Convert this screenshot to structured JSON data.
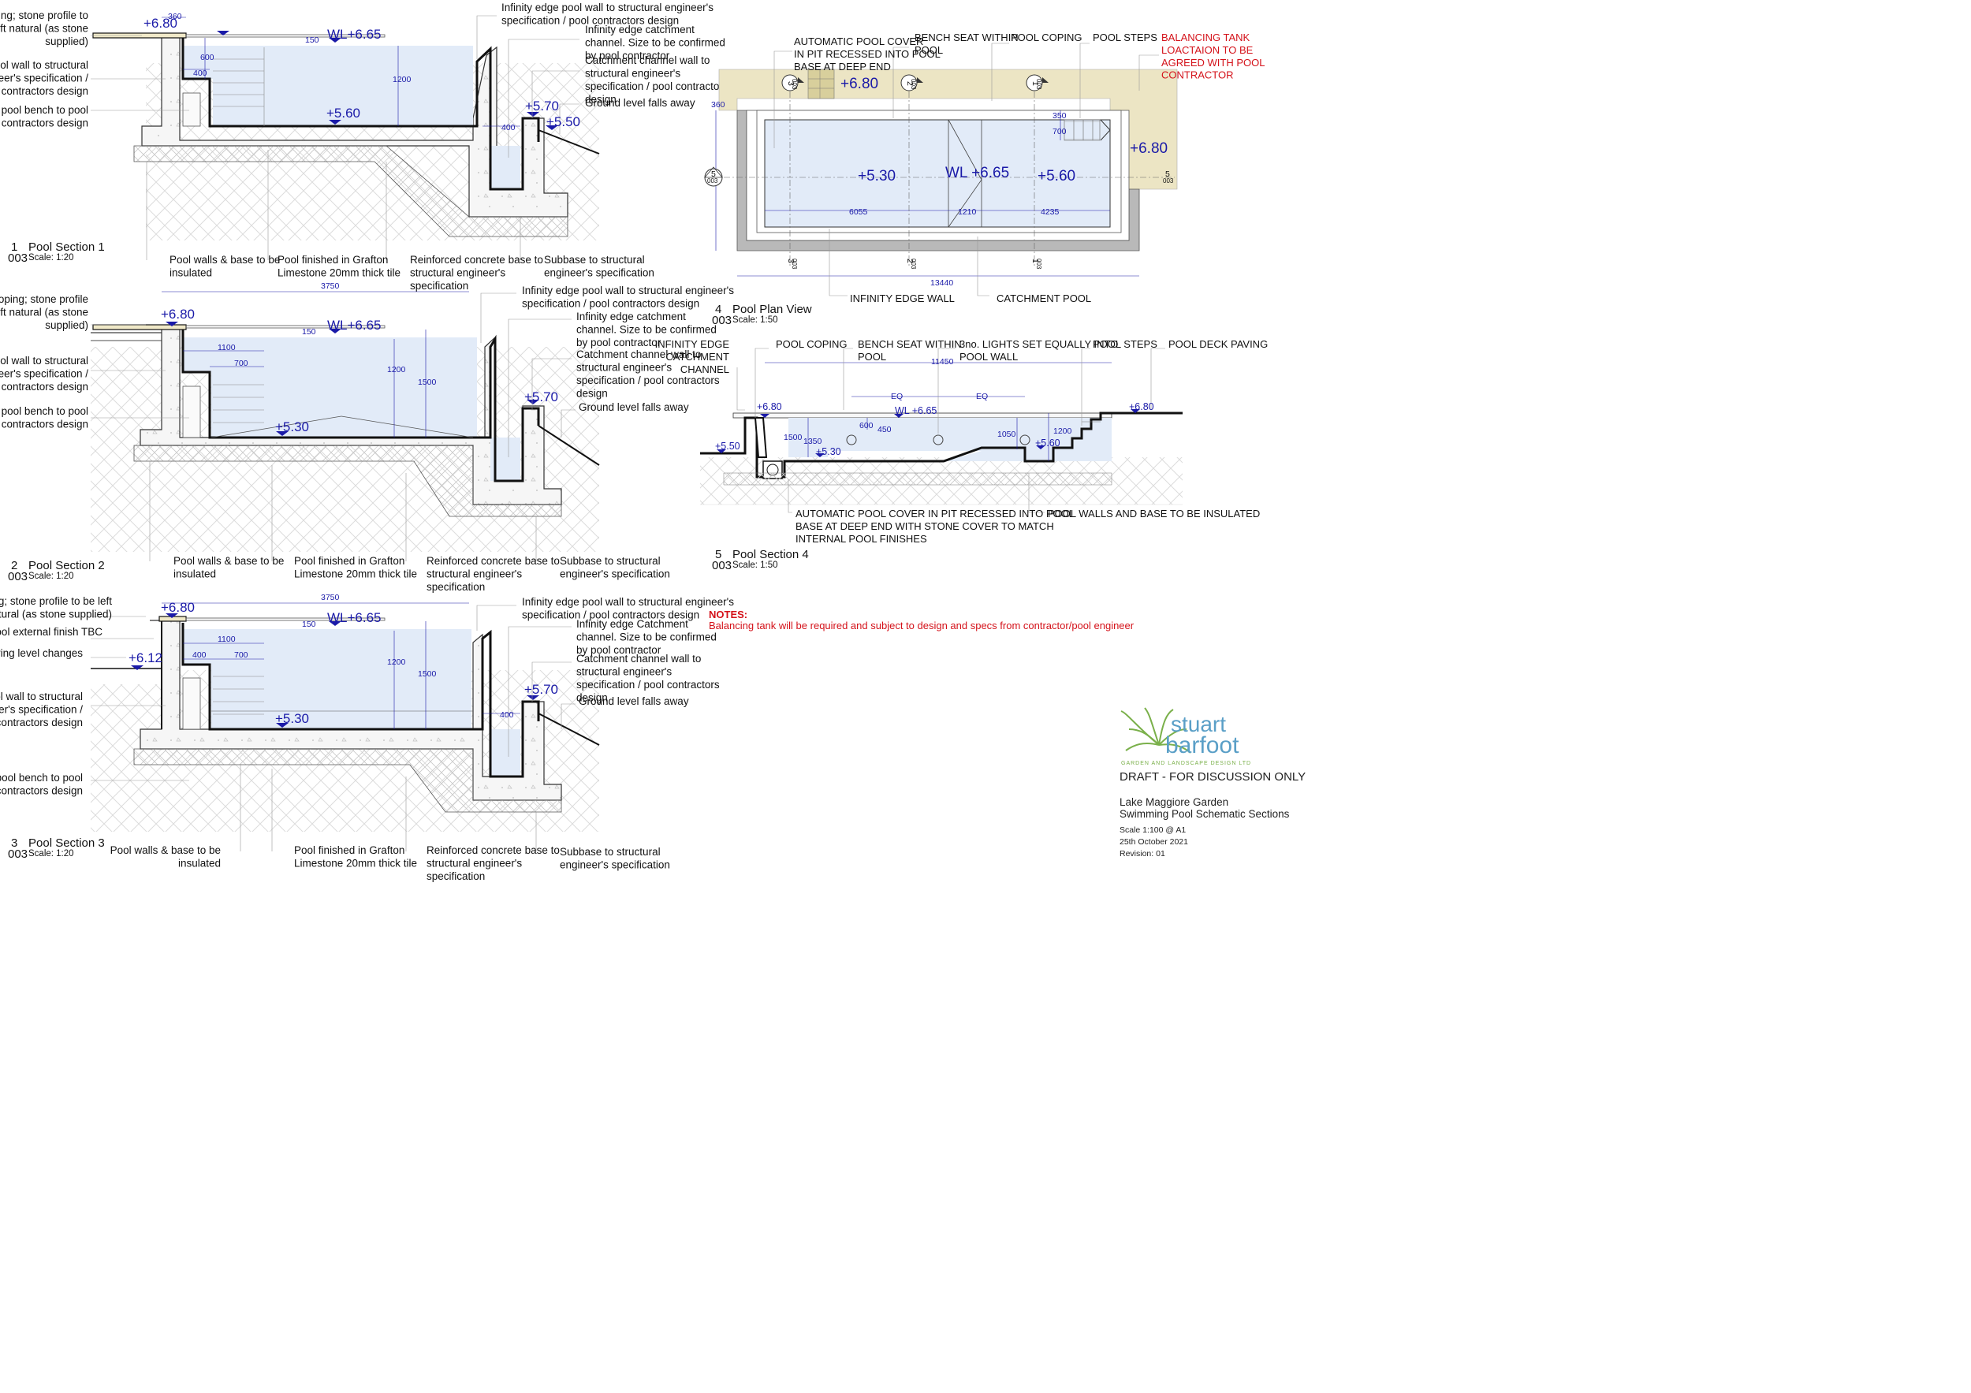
{
  "sections": [
    {
      "number": "1",
      "sheet": "003",
      "title": "Pool Section 1",
      "scale": "Scale: 1:20",
      "left_labels": [
        "Pool coping; stone profile to|be left natural (as stone|supplied)",
        "Pool wall to structural|engineer's specification /|pool contractors design",
        "Internal pool bench to pool|contractors design"
      ],
      "right_labels": [
        "Infinity edge pool wall to structural engineer's|specification / pool contractors design",
        "Infinity edge catchment|channel. Size to be confirmed|by pool contractor",
        "Catchment channel wall to|structural engineer's|specification / pool contractors|design",
        "Ground level falls away"
      ],
      "bottom_labels": [
        "Pool walls & base to be|insulated",
        "Pool finished in Grafton|Limestone 20mm thick tile",
        "Reinforced concrete base to|structural engineer's|specification",
        "Subbase to structural|engineer's specification"
      ],
      "levels": {
        "coping": "+6.80",
        "water": "WL+6.65",
        "floor": "+5.60",
        "channel_wall": "+5.70",
        "ground": "+5.50"
      },
      "dims": {
        "coping_width": "360",
        "wl_gap": "150",
        "bench_height": "600",
        "bench_width": "400",
        "depth": "1200",
        "channel_width": "400"
      }
    },
    {
      "number": "2",
      "sheet": "003",
      "title": "Pool Section 2",
      "scale": "Scale: 1:20",
      "left_labels": [
        "Pool coping; stone profile|to be left natural (as stone|supplied)",
        "Pool wall to structural|engineer's specification /|pool contractors design",
        "Internal pool bench to pool|contractors design"
      ],
      "right_labels": [
        "Infinity edge pool wall to structural engineer's|specification / pool contractors design",
        "Infinity edge catchment|channel. Size to be confirmed|by pool contractor",
        "Catchment channel wall to|structural engineer's|specification / pool contractors|design",
        "Ground level falls away"
      ],
      "bottom_labels": [
        "Pool walls & base to be|insulated",
        "Pool finished in Grafton|Limestone 20mm thick tile",
        "Reinforced concrete base to|structural engineer's|specification",
        "Subbase to structural|engineer's specification"
      ],
      "levels": {
        "coping": "+6.80",
        "water": "WL+6.65",
        "floor": "+5.30",
        "channel_wall": "+5.70"
      },
      "dims": {
        "overall": "3750",
        "wl_gap": "150",
        "bench_width": "1100",
        "step_width": "700",
        "depth": "1200",
        "depth2": "1500"
      }
    },
    {
      "number": "3",
      "sheet": "003",
      "title": "Pool Section 3",
      "scale": "Scale: 1:20",
      "left_labels": [
        "Pool coping; stone profile to be left|natural (as stone supplied)",
        "Pool external finish TBC",
        "Paving level changes",
        "Pool wall to structural|engineer's specification /|pool contractors design",
        "Internal pool bench to pool|contractors design"
      ],
      "right_labels": [
        "Infinity edge pool wall to structural engineer's|specification / pool contractors design",
        "Infinity edge Catchment|channel. Size to be confirmed|by pool contractor",
        "Catchment channel wall to|structural engineer's|specification / pool contractors|design",
        "Ground level falls away"
      ],
      "bottom_labels": [
        "Pool walls & base to be|insulated",
        "Pool finished in Grafton|Limestone 20mm thick tile",
        "Reinforced concrete base to|structural engineer's|specification",
        "Subbase to structural|engineer's specification"
      ],
      "levels": {
        "coping": "+6.80",
        "paving": "+6.12",
        "water": "WL+6.65",
        "floor": "+5.30",
        "channel_wall": "+5.70"
      },
      "dims": {
        "overall": "3750",
        "wl_gap": "150",
        "bench_width": "1100",
        "bench_a": "400",
        "bench_b": "700",
        "depth": "1200",
        "depth2": "1500",
        "channel_width": "400"
      }
    }
  ],
  "plan": {
    "number": "4",
    "sheet": "003",
    "title": "Pool Plan View",
    "scale": "Scale: 1:50",
    "top_labels": [
      "AUTOMATIC POOL COVER|IN PIT RECESSED INTO POOL|BASE AT DEEP END",
      "BENCH SEAT WITHIN|POOL",
      "POOL COPING",
      "POOL STEPS"
    ],
    "red_label": "BALANCING TANK|LOACTAION TO BE|AGREED WITH POOL|CONTRACTOR",
    "bottom_labels": [
      "INFINITY EDGE WALL",
      "CATCHMENT POOL"
    ],
    "levels": {
      "deck_left": "+6.80",
      "deck_right": "+6.80",
      "deep": "+5.30",
      "water": "WL +6.65",
      "shallow": "+5.60"
    },
    "dims": {
      "coping": "360",
      "steps_a": "350",
      "steps_b": "700",
      "deep_len": "6055",
      "ramp_len": "1210",
      "shallow_len": "4235",
      "overall": "13440"
    },
    "section_marks": [
      {
        "num": "3",
        "sheet": "003"
      },
      {
        "num": "2",
        "sheet": "003"
      },
      {
        "num": "1",
        "sheet": "003"
      },
      {
        "num": "5",
        "sheet": "003"
      }
    ]
  },
  "section4": {
    "number": "5",
    "sheet": "003",
    "title": "Pool Section 4",
    "scale": "Scale: 1:50",
    "top_labels": [
      "INFINITY EDGE|CATCHMENT|CHANNEL",
      "POOL COPING",
      "BENCH SEAT WITHIN|POOL",
      "3no. LIGHTS SET EQUALLY INTO|POOL WALL",
      "POOL STEPS",
      "POOL DECK PAVING"
    ],
    "bottom_labels": [
      "AUTOMATIC POOL COVER IN PIT RECESSED INTO POOL|BASE AT DEEP END WITH STONE COVER TO MATCH|INTERNAL POOL FINISHES",
      "POOL WALLS AND BASE TO BE INSULATED"
    ],
    "levels": {
      "coping_left": "+6.80",
      "coping_right": "+6.80",
      "water": "WL +6.65",
      "deep": "+5.30",
      "shallow": "+5.60",
      "ground": "+5.50"
    },
    "dims": {
      "length": "11450",
      "eq1": "EQ",
      "eq2": "EQ",
      "d600": "600",
      "d450": "450",
      "d1500": "1500",
      "d1350": "1350",
      "d1050": "1050",
      "d1200": "1200"
    }
  },
  "notes": {
    "heading": "NOTES:",
    "text": "Balancing tank will be required and subject to design and specs from contractor/pool engineer"
  },
  "title_block": {
    "logo_line1": "stuart",
    "logo_line2": "barfoot",
    "logo_tag": "GARDEN AND LANDSCAPE DESIGN LTD",
    "status": "DRAFT - FOR DISCUSSION ONLY",
    "project": "Lake Maggiore Garden",
    "drawing": "Swimming Pool Schematic Sections",
    "scale": "Scale 1:100 @ A1",
    "date": "25th October 2021",
    "revision": "Revision: 01"
  },
  "colors": {
    "water": "#e2ebf8",
    "coping_plan": "#ece5c4",
    "dimension": "#1a1aa8",
    "note_red": "#d4121a",
    "logo_blue": "#5a9fc7",
    "logo_green": "#7ab04a"
  }
}
